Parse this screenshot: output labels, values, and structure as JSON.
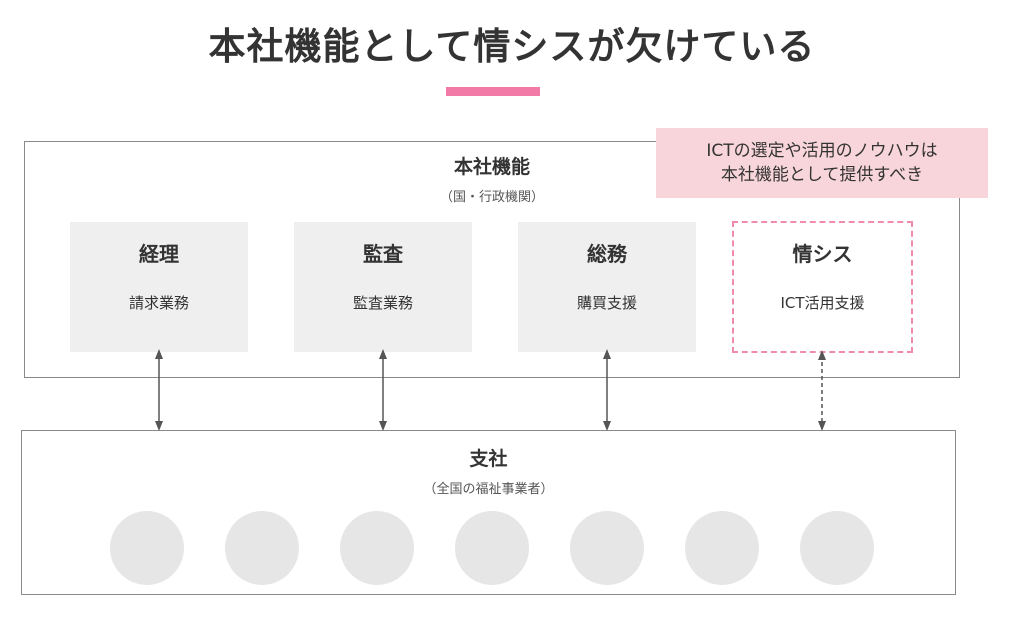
{
  "title": "本社機能として情シスが欠けている",
  "colors": {
    "accent_pink": "#f27aa6",
    "callout_bg": "#f8d5da",
    "dept_bg": "#efefef",
    "dashed_border": "#f08ab0",
    "circle_fill": "#e6e6e6"
  },
  "hq": {
    "title": "本社機能",
    "subtitle": "（国・行政機関）",
    "departments": [
      {
        "name": "経理",
        "task": "請求業務"
      },
      {
        "name": "監査",
        "task": "監査業務"
      },
      {
        "name": "総務",
        "task": "購買支援"
      },
      {
        "name": "情シス",
        "task": "ICT活用支援"
      }
    ]
  },
  "callout": {
    "line1": "ICTの選定や活用のノウハウは",
    "line2": "本社機能として提供すべき"
  },
  "branch": {
    "title": "支社",
    "subtitle": "（全国の福祉事業者）",
    "office_count": 7
  },
  "links": [
    {
      "from": "経理",
      "to": "支社",
      "style": "solid"
    },
    {
      "from": "監査",
      "to": "支社",
      "style": "solid"
    },
    {
      "from": "総務",
      "to": "支社",
      "style": "solid"
    },
    {
      "from": "情シス",
      "to": "支社",
      "style": "dashed"
    }
  ]
}
